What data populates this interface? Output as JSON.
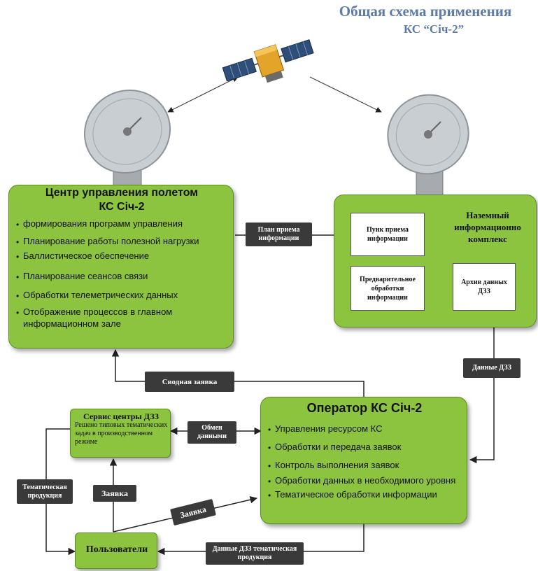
{
  "title": {
    "line1": "Общая схема применения",
    "line2": "КС “Січ-2”"
  },
  "control_center": {
    "title_line1": "Центр управления полетом",
    "title_line2": "КС Січ-2",
    "items": [
      "формирования программ управления",
      "Планирование работы полезной нагрузки",
      "Баллистическое обеспечение",
      "Планирование сеансов связи",
      "Обработки телеметрических данных",
      "Отображение процессов в главном информационном зале"
    ]
  },
  "ground_complex": {
    "title": "Наземный информационно комплекс",
    "reception_point": "Пунк приема информации",
    "preprocessing": "Предварительное обработки информации",
    "archive": "Архив данных ДЗЗ"
  },
  "operator": {
    "title": "Оператор КС Січ-2",
    "items": [
      "Управления ресурсом КС",
      "Обработки и передача заявок",
      "Контроль выполнения заявок",
      "Обработки данных в необходимого уровня",
      "Тематическое обработки информации"
    ]
  },
  "service_center": {
    "title": "Сервис центры ДЗЗ",
    "description": "Решено типовых тематических задач в производственном режиме"
  },
  "users": {
    "title": "Пользователи"
  },
  "labels": {
    "reception_plan": "План приема информации",
    "rs_data": "Данные ДЗЗ",
    "summary_request": "Сводная заявка",
    "data_exchange": "Обмен данными",
    "thematic_products": "Тематическая продукция",
    "request_up": "Заявка",
    "request_diag": "Заявка",
    "rs_data_thematic": "Данные ДЗЗ тематическая продукция"
  },
  "icons": {
    "satellite": "satellite-icon",
    "antenna_left": "satellite-dish-icon",
    "antenna_right": "satellite-dish-icon"
  },
  "colors": {
    "box_green": "#8dc43f",
    "label_dark": "#3a3a3a",
    "title_blue": "#5e7ba8"
  }
}
